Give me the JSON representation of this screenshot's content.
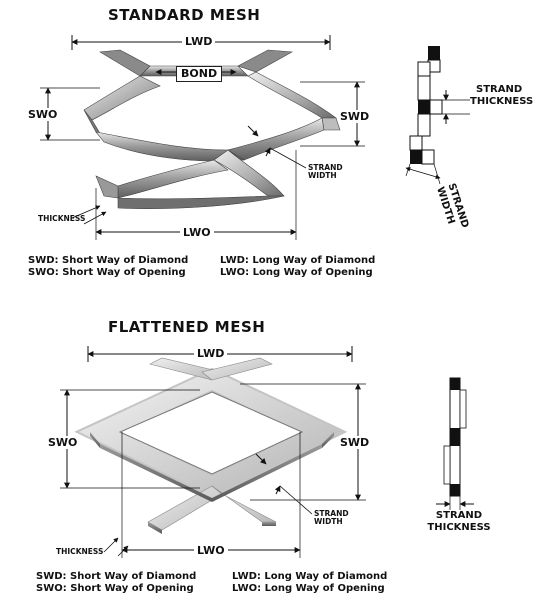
{
  "standard": {
    "title": "STANDARD MESH",
    "lwd": "LWD",
    "bond": "BOND",
    "swo": "SWO",
    "swd": "SWD",
    "strand_width": [
      "STRAND",
      "WIDTH"
    ],
    "thickness": "THICKNESS",
    "lwo": "LWO",
    "side_strand_thickness": [
      "STRAND",
      "THICKNESS"
    ],
    "side_strand_width": [
      "STRAND",
      "WIDTH"
    ],
    "legend": [
      {
        "abbr": "SWD:",
        "text": "Short Way of Diamond"
      },
      {
        "abbr": "SWO:",
        "text": "Short Way of Opening"
      },
      {
        "abbr": "LWD:",
        "text": "Long Way of Diamond"
      },
      {
        "abbr": "LWO:",
        "text": "Long Way of Opening"
      }
    ]
  },
  "flattened": {
    "title": "FLATTENED MESH",
    "lwd": "LWD",
    "swo": "SWO",
    "swd": "SWD",
    "strand_width": [
      "STRAND",
      "WIDTH"
    ],
    "thickness": "THICKNESS",
    "lwo": "LWO",
    "side_strand_thickness": [
      "STRAND",
      "THICKNESS"
    ],
    "legend": [
      {
        "abbr": "SWD:",
        "text": "Short Way of Diamond"
      },
      {
        "abbr": "SWO:",
        "text": "Short Way of Opening"
      },
      {
        "abbr": "LWD:",
        "text": "Long Way of Diamond"
      },
      {
        "abbr": "LWO:",
        "text": "Long Way of Opening"
      }
    ]
  }
}
